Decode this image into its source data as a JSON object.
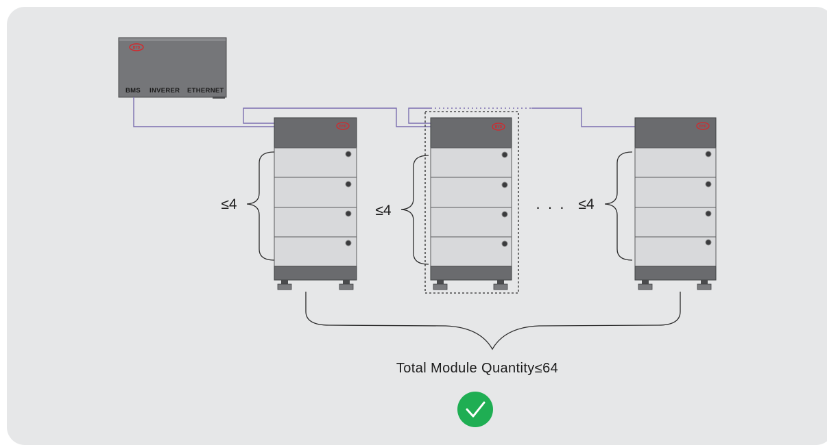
{
  "bms_unit": {
    "logo": "BYD",
    "ports": [
      "BMS",
      "INVERER",
      "ETHERNET"
    ]
  },
  "towers": [
    {
      "logo": "BYD",
      "module_limit": "≤4"
    },
    {
      "logo": "BYD",
      "module_limit": "≤4"
    },
    {
      "logo": "BYD",
      "module_limit": "≤4"
    }
  ],
  "ellipsis": "· · ·",
  "total_label": "Total Module Quantity≤64",
  "status": {
    "icon": "check-icon",
    "color": "#1fae53"
  },
  "colors": {
    "cable": "#7b6fb0",
    "tower_dark": "#6a6b6e",
    "module": "#d8d9db",
    "panel": "#e6e7e8",
    "logo_red": "#d6262b"
  }
}
